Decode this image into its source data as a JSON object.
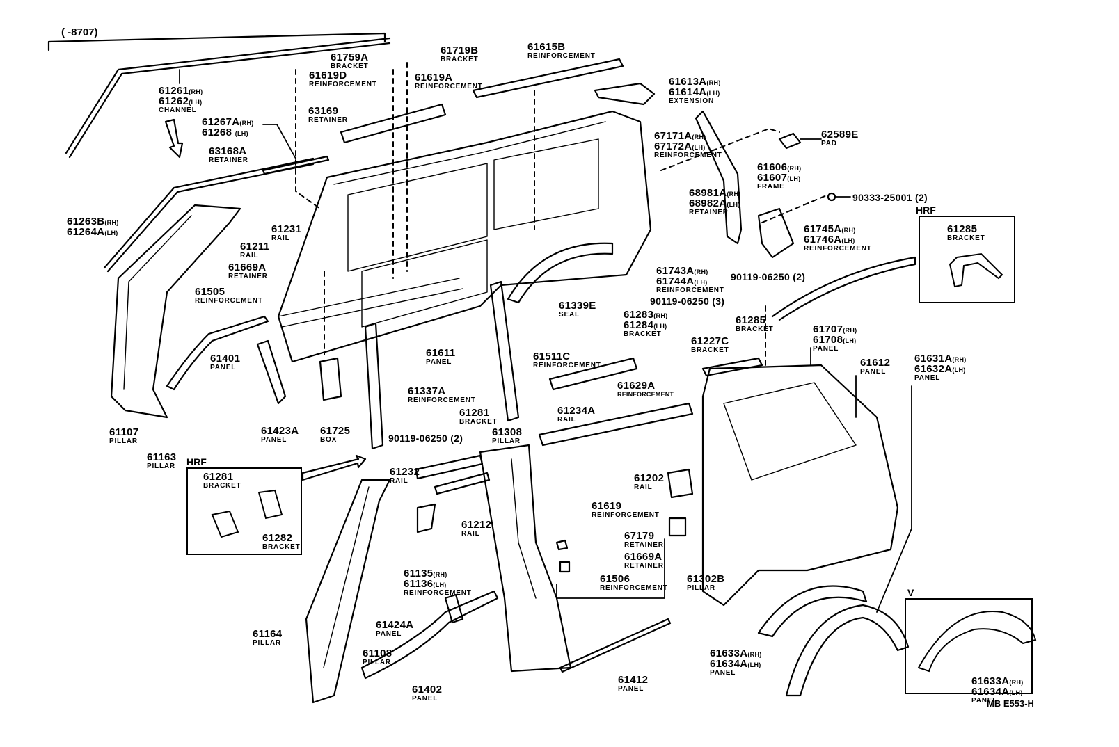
{
  "diagram": {
    "range_label": "(      -8707)",
    "drawing_code": "MB E553-H",
    "insets": [
      {
        "title": "HRF",
        "parts": [
          {
            "number": "61285",
            "name": "BRACKET"
          }
        ]
      },
      {
        "title": "HRF",
        "parts": [
          {
            "number": "61281",
            "name": "BRACKET"
          },
          {
            "number": "61282",
            "name": "BRACKET"
          }
        ]
      },
      {
        "title": "V",
        "parts": [
          {
            "number": "61633A",
            "number2": "61634A",
            "name": "PANEL"
          }
        ]
      }
    ],
    "parts": [
      {
        "id": "p01",
        "number": "61261",
        "side": "(RH)",
        "number2": "61262",
        "side2": "(LH)",
        "name": "CHANNEL"
      },
      {
        "id": "p02",
        "number": "61759A",
        "name": "BRACKET"
      },
      {
        "id": "p03",
        "number": "61719B",
        "name": "BRACKET"
      },
      {
        "id": "p04",
        "number": "61619D",
        "name": "REINFORCEMENT"
      },
      {
        "id": "p05",
        "number": "61619A",
        "name": "REINFORCEMENT"
      },
      {
        "id": "p06",
        "number": "61615B",
        "name": "REINFORCEMENT"
      },
      {
        "id": "p07",
        "number": "61613A",
        "side": "(RH)",
        "number2": "61614A",
        "side2": "(LH)",
        "name": "EXTENSION"
      },
      {
        "id": "p08",
        "number": "63169",
        "name": "RETAINER"
      },
      {
        "id": "p09",
        "number": "61267A",
        "side": "(RH)",
        "number2": "61268",
        "side2": "(LH)",
        "name": ""
      },
      {
        "id": "p10",
        "number": "63168A",
        "name": "RETAINER"
      },
      {
        "id": "p11",
        "number": "67171A",
        "side": "(RH)",
        "number2": "67172A",
        "side2": "(LH)",
        "name": "REINFORCEMENT"
      },
      {
        "id": "p12",
        "number": "62589E",
        "name": "PAD"
      },
      {
        "id": "p13",
        "number": "61606",
        "side": "(RH)",
        "number2": "61607",
        "side2": "(LH)",
        "name": "FRAME"
      },
      {
        "id": "p14",
        "number": "68981A",
        "side": "(RH)",
        "number2": "68982A",
        "side2": "(LH)",
        "name": "RETAINER"
      },
      {
        "id": "p15",
        "number": "90333-25001 (2)",
        "name": ""
      },
      {
        "id": "p16",
        "number": "61263B",
        "side": "(RH)",
        "number2": "61264A",
        "side2": "(LH)",
        "name": ""
      },
      {
        "id": "p17",
        "number": "61231",
        "name": "RAIL"
      },
      {
        "id": "p18",
        "number": "61211",
        "name": "RAIL"
      },
      {
        "id": "p19",
        "number": "61745A",
        "side": "(RH)",
        "number2": "61746A",
        "side2": "(LH)",
        "name": "REINFORCEMENT"
      },
      {
        "id": "p20",
        "number": "61669A",
        "name": "RETAINER"
      },
      {
        "id": "p21",
        "number": "61505",
        "name": "REINFORCEMENT"
      },
      {
        "id": "p22",
        "number": "61743A",
        "side": "(RH)",
        "number2": "61744A",
        "side2": "(LH)",
        "name": "REINFORCEMENT"
      },
      {
        "id": "p23",
        "number": "90119-06250 (2)",
        "name": ""
      },
      {
        "id": "p24",
        "number": "90119-06250 (3)",
        "name": ""
      },
      {
        "id": "p25",
        "number": "61339E",
        "name": "SEAL"
      },
      {
        "id": "p26",
        "number": "61283",
        "side": "(RH)",
        "number2": "61284",
        "side2": "(LH)",
        "name": "BRACKET"
      },
      {
        "id": "p27",
        "number": "61285",
        "name": "BRACKET"
      },
      {
        "id": "p28",
        "number": "61227C",
        "name": "BRACKET"
      },
      {
        "id": "p29",
        "number": "61707",
        "side": "(RH)",
        "number2": "61708",
        "side2": "(LH)",
        "name": "PANEL"
      },
      {
        "id": "p30",
        "number": "61612",
        "name": "PANEL"
      },
      {
        "id": "p31",
        "number": "61631A",
        "side": "(RH)",
        "number2": "61632A",
        "side2": "(LH)",
        "name": "PANEL"
      },
      {
        "id": "p32",
        "number": "61401",
        "name": "PANEL"
      },
      {
        "id": "p33",
        "number": "61611",
        "name": "PANEL"
      },
      {
        "id": "p34",
        "number": "61511C",
        "name": "REINFORCEMENT"
      },
      {
        "id": "p35",
        "number": "61629A",
        "name": "REINFORCEMENT"
      },
      {
        "id": "p36",
        "number": "61337A",
        "name": "REINFORCEMENT"
      },
      {
        "id": "p37",
        "number": "61107",
        "name": "PILLAR"
      },
      {
        "id": "p38",
        "number": "61163",
        "name": "PILLAR"
      },
      {
        "id": "p39",
        "number": "61423A",
        "name": "PANEL"
      },
      {
        "id": "p40",
        "number": "61725",
        "name": "BOX"
      },
      {
        "id": "p41",
        "number": "90119-06250 (2)",
        "name": ""
      },
      {
        "id": "p42",
        "number": "61281",
        "name": "BRACKET"
      },
      {
        "id": "p43",
        "number": "61308",
        "name": "PILLAR"
      },
      {
        "id": "p44",
        "number": "61234A",
        "name": "RAIL"
      },
      {
        "id": "p45",
        "number": "61232",
        "name": "RAIL"
      },
      {
        "id": "p46",
        "number": "61212",
        "name": "RAIL"
      },
      {
        "id": "p47",
        "number": "61202",
        "name": "RAIL"
      },
      {
        "id": "p48",
        "number": "61619",
        "name": "REINFORCEMENT"
      },
      {
        "id": "p49",
        "number": "67179",
        "name": "RETAINER"
      },
      {
        "id": "p50",
        "number": "61669A",
        "name": "RETAINER"
      },
      {
        "id": "p51",
        "number": "61506",
        "name": "REINFORCEMENT"
      },
      {
        "id": "p52",
        "number": "61302B",
        "name": "PILLAR"
      },
      {
        "id": "p53",
        "number": "61135",
        "side": "(RH)",
        "number2": "61136",
        "side2": "(LH)",
        "name": "REINFORCEMENT"
      },
      {
        "id": "p54",
        "number": "61164",
        "name": "PILLAR"
      },
      {
        "id": "p55",
        "number": "61424A",
        "name": "PANEL"
      },
      {
        "id": "p56",
        "number": "61108",
        "name": "PILLAR"
      },
      {
        "id": "p57",
        "number": "61402",
        "name": "PANEL"
      },
      {
        "id": "p58",
        "number": "61412",
        "name": "PANEL"
      },
      {
        "id": "p59",
        "number": "61633A",
        "side": "(RH)",
        "number2": "61634A",
        "side2": "(LH)",
        "name": "PANEL"
      }
    ],
    "side_labels": {
      "rh": "(RH)",
      "lh": "(LH)"
    }
  }
}
